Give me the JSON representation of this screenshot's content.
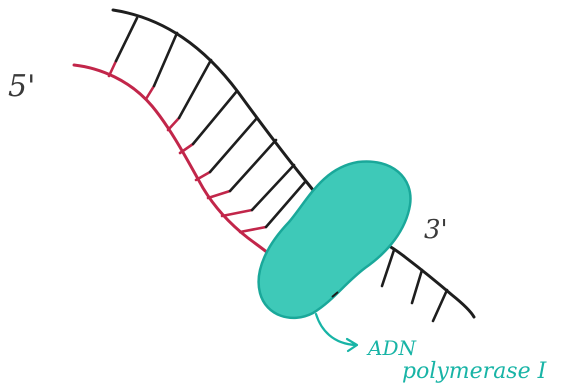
{
  "labels": {
    "five_prime": "5'",
    "three_prime": "3'",
    "enzyme_line1": "ADN",
    "enzyme_line2": "polymerase I"
  },
  "colors": {
    "new_strand": "#c2264a",
    "template_strand": "#1e1e1e",
    "enzyme_fill": "#3ec9b8",
    "enzyme_stroke": "#1aa89a",
    "label_ink": "#18b4a6",
    "end_label_ink": "#3a3a3a"
  },
  "icons": {
    "arrow": "enzyme-label-arrow"
  }
}
